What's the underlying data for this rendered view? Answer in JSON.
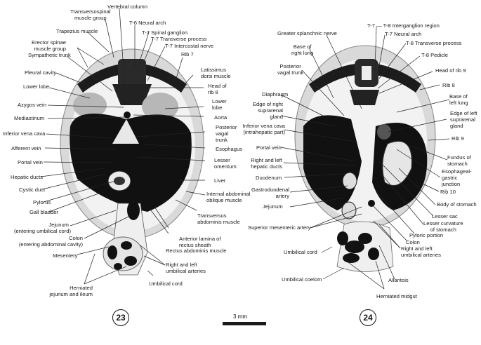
{
  "figures": [
    {
      "number": "23",
      "labels": [
        {
          "id": "vertebral-column",
          "text": "Vertebral column"
        },
        {
          "id": "transversospinal",
          "text": "Transversospinal\nmuscle group"
        },
        {
          "id": "t6-neural-arch",
          "text": "T-6 Neural arch"
        },
        {
          "id": "trapezius",
          "text": "Trapezius muscle"
        },
        {
          "id": "t7-spinal-ganglion",
          "text": "T-7 Spinal ganglion"
        },
        {
          "id": "t7-transverse-process",
          "text": "T-7 Transverse process"
        },
        {
          "id": "erector-spinae",
          "text": "Erector spinae\nmuscle group"
        },
        {
          "id": "t7-intercostal-nerve",
          "text": "T-7 Intercostal nerve"
        },
        {
          "id": "sympathetic-trunk",
          "text": "Sympathetic trunk"
        },
        {
          "id": "rib-7",
          "text": "Rib 7"
        },
        {
          "id": "pleural-cavity",
          "text": "Pleural cavity"
        },
        {
          "id": "latissimus-dorsi",
          "text": "Latissimus\ndorsi muscle"
        },
        {
          "id": "lower-lobe-left",
          "text": "Lower lobe"
        },
        {
          "id": "head-of-rib-8",
          "text": "Head of\nrib 8"
        },
        {
          "id": "azygos-vein",
          "text": "Azygos vein"
        },
        {
          "id": "lower-lobe-right",
          "text": "Lower\nlobe"
        },
        {
          "id": "mediastinum",
          "text": "Mediastinum"
        },
        {
          "id": "aorta",
          "text": "Aorta"
        },
        {
          "id": "inferior-vena-cava",
          "text": "Inferior vena cava"
        },
        {
          "id": "posterior-vagal-trunk",
          "text": "Posterior\nvagal\ntrunk"
        },
        {
          "id": "afferent-vein",
          "text": "Afferent vein"
        },
        {
          "id": "esophagus",
          "text": "Esophagus"
        },
        {
          "id": "portal-vein",
          "text": "Portal vein"
        },
        {
          "id": "lesser-omentum",
          "text": "Lesser\nomentum"
        },
        {
          "id": "hepatic-ducts",
          "text": "Hepatic ducts"
        },
        {
          "id": "liver",
          "text": "Liver"
        },
        {
          "id": "cystic-duct",
          "text": "Cystic duct"
        },
        {
          "id": "internal-abdominal-oblique",
          "text": "Internal abdominal\noblique muscle"
        },
        {
          "id": "pylorus",
          "text": "Pylorus"
        },
        {
          "id": "gall-bladder",
          "text": "Gall bladder"
        },
        {
          "id": "transversus-abdominis",
          "text": "Transversus\nabdominis muscle"
        },
        {
          "id": "jejunum-entering",
          "text": "Jejunum\n(entering umbilical cord)"
        },
        {
          "id": "anterior-lamina",
          "text": "Anterior lamina of\nrectus sheath"
        },
        {
          "id": "colon-entering",
          "text": "Colon\n(entering abdominal cavity)"
        },
        {
          "id": "rectus-abdominis",
          "text": "Rectus abdominis muscle"
        },
        {
          "id": "mesentery",
          "text": "Mesentery"
        },
        {
          "id": "umbilical-arteries",
          "text": "Right and left\numbilical arteries"
        },
        {
          "id": "umbilical-cord",
          "text": "Umbilical cord"
        },
        {
          "id": "herniated-jejunum-ileum",
          "text": "Herniated\njejunum and ileum"
        }
      ]
    },
    {
      "number": "24",
      "labels": [
        {
          "id": "t7-t8-interganglion",
          "text": "T-7 — T-8 Interganglion region"
        },
        {
          "id": "greater-splanchnic",
          "text": "Greater splanchnic nerve"
        },
        {
          "id": "t7-neural-arch",
          "text": "T-7 Neural arch"
        },
        {
          "id": "base-right-lung",
          "text": "Base of\nright lung"
        },
        {
          "id": "t8-transverse-process",
          "text": "T-8 Transverse process"
        },
        {
          "id": "t8-pedicle",
          "text": "T-8 Pedicle"
        },
        {
          "id": "posterior-vagal-trunk",
          "text": "Posterior\nvagal trunk"
        },
        {
          "id": "head-of-rib-9",
          "text": "Head of rib 9"
        },
        {
          "id": "rib-8",
          "text": "Rib 8"
        },
        {
          "id": "diaphragm",
          "text": "Diaphragm"
        },
        {
          "id": "base-left-lung",
          "text": "Base of\nleft lung"
        },
        {
          "id": "edge-right-suprarenal",
          "text": "Edge of right\nsuprarenal\ngland"
        },
        {
          "id": "edge-left-suprarenal",
          "text": "Edge of left\nsuprarenal\ngland"
        },
        {
          "id": "ivc-intrahepatic",
          "text": "Inferior vena cava\n(intrahepatic part)"
        },
        {
          "id": "rib-9",
          "text": "Rib 9"
        },
        {
          "id": "portal-vein",
          "text": "Portal vein"
        },
        {
          "id": "fundus-of-stomach",
          "text": "Fundus of\nstomach"
        },
        {
          "id": "hepatic-ducts",
          "text": "Right and left\nhepatic ducts"
        },
        {
          "id": "esophageal-gastric-junction",
          "text": "Esophageal-\ngastric\njunction"
        },
        {
          "id": "duodenum",
          "text": "Duodenum"
        },
        {
          "id": "rib-10",
          "text": "Rib 10"
        },
        {
          "id": "gastroduodenal-artery",
          "text": "Gastroduodenal\nartery"
        },
        {
          "id": "body-of-stomach",
          "text": "Body of stomach"
        },
        {
          "id": "jejunum",
          "text": "Jejunum"
        },
        {
          "id": "lesser-sac",
          "text": "Lesser sac"
        },
        {
          "id": "lesser-curvature",
          "text": "Lesser curvature\nof stomach"
        },
        {
          "id": "superior-mesenteric-artery",
          "text": "Superior mesenteric artery"
        },
        {
          "id": "pyloric-portion",
          "text": "Pyloric portion"
        },
        {
          "id": "colon",
          "text": "Colon"
        },
        {
          "id": "umbilical-cord",
          "text": "Umbilical cord"
        },
        {
          "id": "umbilical-arteries",
          "text": "Right and left\numbilical arteries"
        },
        {
          "id": "umbilical-coelom",
          "text": "Umbilical coelom"
        },
        {
          "id": "allantois",
          "text": "Allantois"
        },
        {
          "id": "herniated-midgut",
          "text": "Herniated midgut"
        }
      ]
    }
  ],
  "scale_bar": {
    "label": "3 mm"
  }
}
